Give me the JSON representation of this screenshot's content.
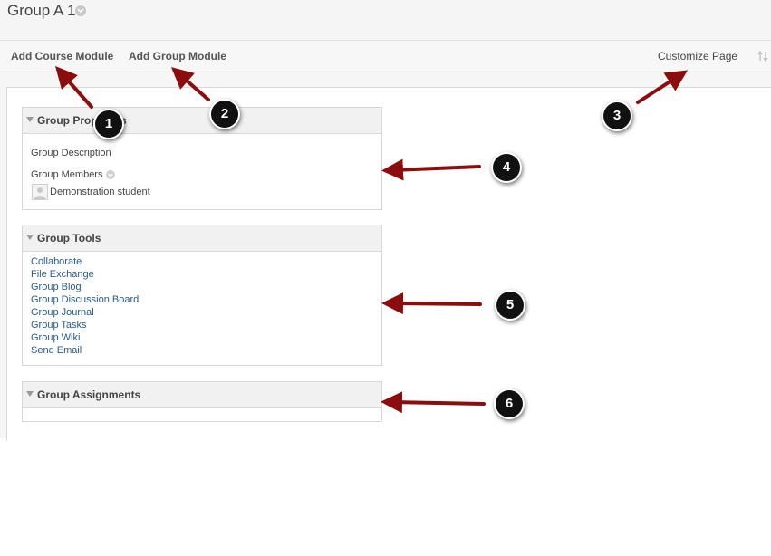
{
  "page": {
    "title": "Group A 1"
  },
  "action_bar": {
    "add_course_module": "Add Course Module",
    "add_group_module": "Add Group Module",
    "customize_page": "Customize Page"
  },
  "modules": {
    "group_properties": {
      "title": "Group Properties",
      "description_label": "Group Description",
      "members_label": "Group Members",
      "member_name": "Demonstration student"
    },
    "group_tools": {
      "title": "Group Tools",
      "links": [
        "Collaborate",
        "File Exchange",
        "Group Blog",
        "Group Discussion Board",
        "Group Journal",
        "Group Tasks",
        "Group Wiki",
        "Send Email"
      ]
    },
    "group_assignments": {
      "title": "Group Assignments"
    }
  },
  "callouts": [
    "1",
    "2",
    "3",
    "4",
    "5",
    "6"
  ],
  "colors": {
    "arrow": "#8b0d0d",
    "callout_bg": "#111111",
    "link": "#2a5a8a"
  }
}
